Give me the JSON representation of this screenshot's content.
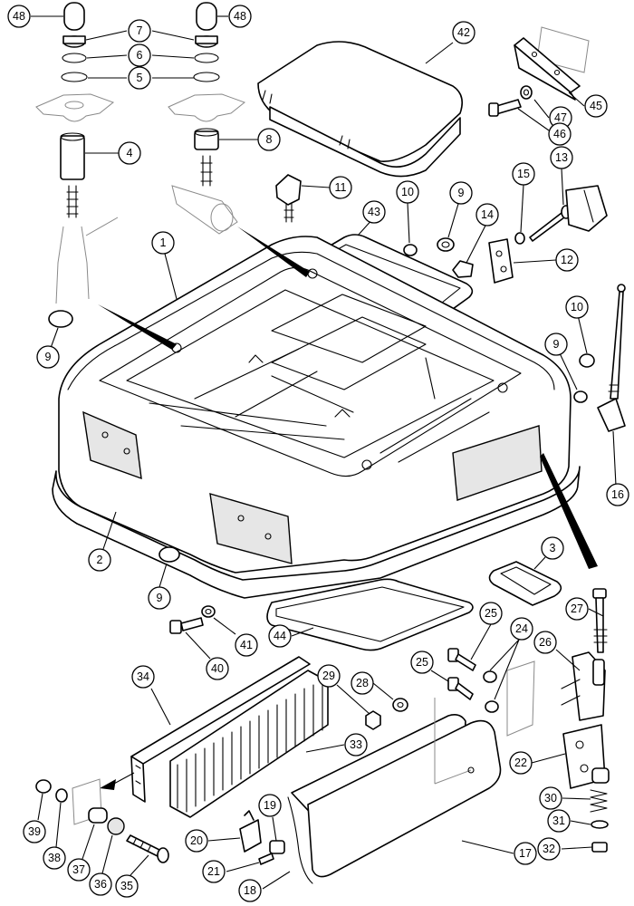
{
  "callouts": [
    {
      "id": "c48a",
      "label": "48"
    },
    {
      "id": "c48b",
      "label": "48"
    },
    {
      "id": "c7",
      "label": "7"
    },
    {
      "id": "c6",
      "label": "6"
    },
    {
      "id": "c5",
      "label": "5"
    },
    {
      "id": "c42",
      "label": "42"
    },
    {
      "id": "c45",
      "label": "45"
    },
    {
      "id": "c47",
      "label": "47"
    },
    {
      "id": "c46",
      "label": "46"
    },
    {
      "id": "c4",
      "label": "4"
    },
    {
      "id": "c8",
      "label": "8"
    },
    {
      "id": "c11",
      "label": "11"
    },
    {
      "id": "c13",
      "label": "13"
    },
    {
      "id": "c15",
      "label": "15"
    },
    {
      "id": "c10a",
      "label": "10"
    },
    {
      "id": "c9a",
      "label": "9"
    },
    {
      "id": "c14",
      "label": "14"
    },
    {
      "id": "c43",
      "label": "43"
    },
    {
      "id": "c1",
      "label": "1"
    },
    {
      "id": "c12",
      "label": "12"
    },
    {
      "id": "c10b",
      "label": "10"
    },
    {
      "id": "c9b",
      "label": "9"
    },
    {
      "id": "c16",
      "label": "16"
    },
    {
      "id": "c9c",
      "label": "9"
    },
    {
      "id": "c2",
      "label": "2"
    },
    {
      "id": "c3",
      "label": "3"
    },
    {
      "id": "c9d",
      "label": "9"
    },
    {
      "id": "c27",
      "label": "27"
    },
    {
      "id": "c25a",
      "label": "25"
    },
    {
      "id": "c44",
      "label": "44"
    },
    {
      "id": "c41",
      "label": "41"
    },
    {
      "id": "c40",
      "label": "40"
    },
    {
      "id": "c24",
      "label": "24"
    },
    {
      "id": "c26",
      "label": "26"
    },
    {
      "id": "c34",
      "label": "34"
    },
    {
      "id": "c29",
      "label": "29"
    },
    {
      "id": "c28",
      "label": "28"
    },
    {
      "id": "c25b",
      "label": "25"
    },
    {
      "id": "c33",
      "label": "33"
    },
    {
      "id": "c22",
      "label": "22"
    },
    {
      "id": "c30",
      "label": "30"
    },
    {
      "id": "c31",
      "label": "31"
    },
    {
      "id": "c32",
      "label": "32"
    },
    {
      "id": "c19",
      "label": "19"
    },
    {
      "id": "c20",
      "label": "20"
    },
    {
      "id": "c21",
      "label": "21"
    },
    {
      "id": "c18",
      "label": "18"
    },
    {
      "id": "c17",
      "label": "17"
    },
    {
      "id": "c39",
      "label": "39"
    },
    {
      "id": "c38",
      "label": "38"
    },
    {
      "id": "c37",
      "label": "37"
    },
    {
      "id": "c36",
      "label": "36"
    },
    {
      "id": "c35",
      "label": "35"
    }
  ]
}
